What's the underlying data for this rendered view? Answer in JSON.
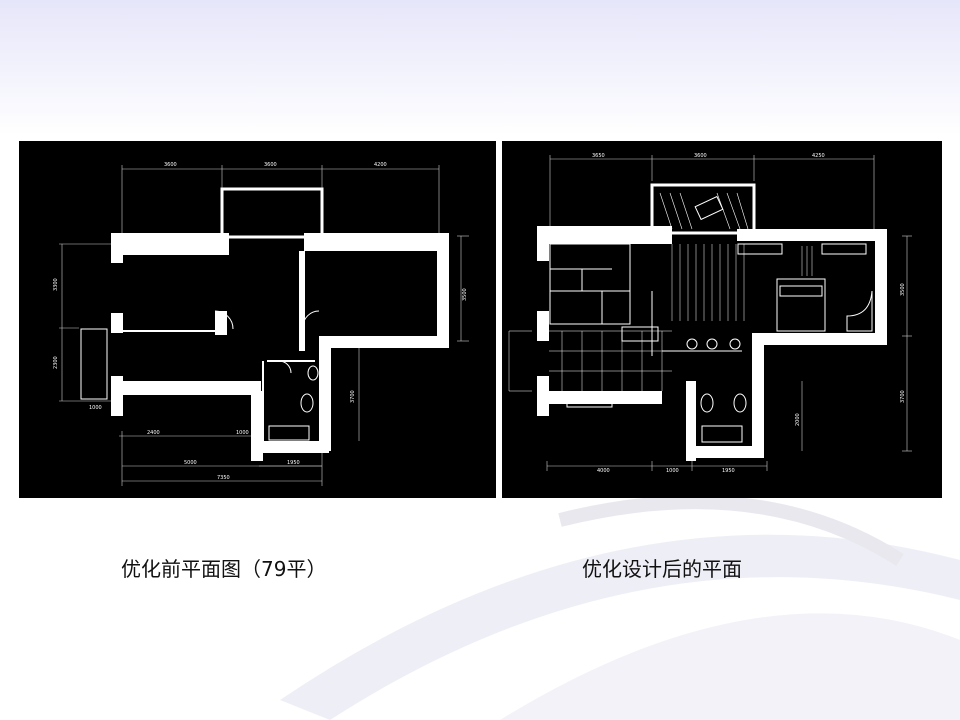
{
  "slide": {
    "caption_before": "优化前平面图（79平）",
    "caption_after": "优化设计后的平面"
  },
  "plan_before": {
    "dimensions": {
      "top_1": "3600",
      "top_2": "3600",
      "top_3": "4200",
      "left_upper": "3300",
      "left_lower": "2300",
      "right_upper": "3500",
      "right_lower": "3700",
      "bottom_left": "1000",
      "bottom_2400": "2400",
      "bottom_mid": "1000",
      "bottom_5000": "5000",
      "bottom_1950": "1950",
      "bottom_total": "7350"
    }
  },
  "plan_after": {
    "dimensions": {
      "top_1": "3650",
      "top_2": "3600",
      "top_3": "4250",
      "right_upper": "3500",
      "right_lower": "3700",
      "inner_2000": "2000",
      "bottom_4000": "4000",
      "bottom_1000": "1000",
      "bottom_1950": "1950"
    }
  },
  "colors": {
    "background_top": "#e6e6fa",
    "panel_background": "#000000",
    "wall": "#ffffff",
    "caption": "#111111"
  }
}
